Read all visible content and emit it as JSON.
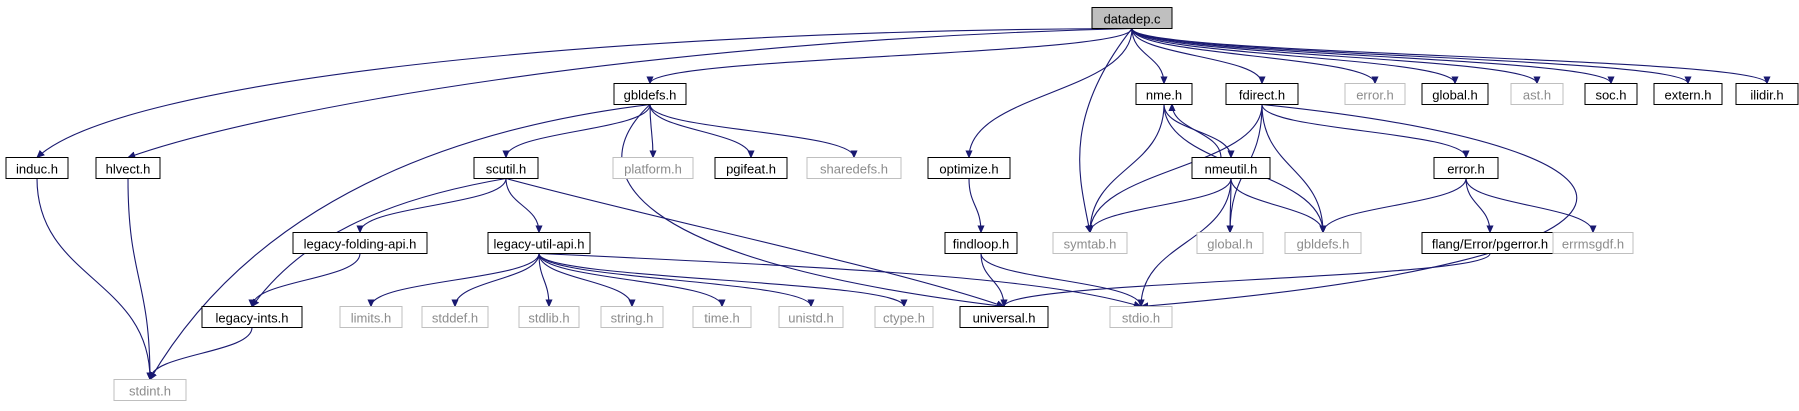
{
  "nodes": [
    {
      "id": "datadep",
      "label": "datadep.c",
      "style": "root"
    },
    {
      "id": "induc",
      "label": "induc.h",
      "style": "normal"
    },
    {
      "id": "hlvect",
      "label": "hlvect.h",
      "style": "normal"
    },
    {
      "id": "gbldefs_main",
      "label": "gbldefs.h",
      "style": "normal"
    },
    {
      "id": "optimize",
      "label": "optimize.h",
      "style": "normal"
    },
    {
      "id": "nme",
      "label": "nme.h",
      "style": "normal"
    },
    {
      "id": "fdirect",
      "label": "fdirect.h",
      "style": "normal"
    },
    {
      "id": "error_top",
      "label": "error.h",
      "style": "ghost"
    },
    {
      "id": "global_top",
      "label": "global.h",
      "style": "normal"
    },
    {
      "id": "ast",
      "label": "ast.h",
      "style": "ghost"
    },
    {
      "id": "soc",
      "label": "soc.h",
      "style": "normal"
    },
    {
      "id": "extern",
      "label": "extern.h",
      "style": "normal"
    },
    {
      "id": "ilidir",
      "label": "ilidir.h",
      "style": "normal"
    },
    {
      "id": "scutil",
      "label": "scutil.h",
      "style": "normal"
    },
    {
      "id": "platform",
      "label": "platform.h",
      "style": "ghost"
    },
    {
      "id": "pgifeat",
      "label": "pgifeat.h",
      "style": "normal"
    },
    {
      "id": "sharedefs",
      "label": "sharedefs.h",
      "style": "ghost"
    },
    {
      "id": "nmeutil",
      "label": "nmeutil.h",
      "style": "normal"
    },
    {
      "id": "error_mid",
      "label": "error.h",
      "style": "normal"
    },
    {
      "id": "legacy_folding",
      "label": "legacy-folding-api.h",
      "style": "normal"
    },
    {
      "id": "legacy_util",
      "label": "legacy-util-api.h",
      "style": "normal"
    },
    {
      "id": "findloop",
      "label": "findloop.h",
      "style": "normal"
    },
    {
      "id": "symtab",
      "label": "symtab.h",
      "style": "ghost"
    },
    {
      "id": "global_mid",
      "label": "global.h",
      "style": "ghost"
    },
    {
      "id": "gbldefs_ghost",
      "label": "gbldefs.h",
      "style": "ghost"
    },
    {
      "id": "pgerror",
      "label": "flang/Error/pgerror.h",
      "style": "normal"
    },
    {
      "id": "errmsgdf",
      "label": "errmsgdf.h",
      "style": "ghost"
    },
    {
      "id": "legacy_ints",
      "label": "legacy-ints.h",
      "style": "normal"
    },
    {
      "id": "limits",
      "label": "limits.h",
      "style": "ghost"
    },
    {
      "id": "stddef",
      "label": "stddef.h",
      "style": "ghost"
    },
    {
      "id": "stdlib",
      "label": "stdlib.h",
      "style": "ghost"
    },
    {
      "id": "string",
      "label": "string.h",
      "style": "ghost"
    },
    {
      "id": "time",
      "label": "time.h",
      "style": "ghost"
    },
    {
      "id": "unistd",
      "label": "unistd.h",
      "style": "ghost"
    },
    {
      "id": "ctype",
      "label": "ctype.h",
      "style": "ghost"
    },
    {
      "id": "universal",
      "label": "universal.h",
      "style": "normal"
    },
    {
      "id": "stdio",
      "label": "stdio.h",
      "style": "ghost"
    },
    {
      "id": "stdint",
      "label": "stdint.h",
      "style": "ghost"
    }
  ],
  "edges": [
    [
      "datadep",
      "induc"
    ],
    [
      "datadep",
      "hlvect"
    ],
    [
      "datadep",
      "gbldefs_main"
    ],
    [
      "datadep",
      "optimize"
    ],
    [
      "datadep",
      "symtab"
    ],
    [
      "datadep",
      "nme"
    ],
    [
      "datadep",
      "fdirect"
    ],
    [
      "datadep",
      "error_top"
    ],
    [
      "datadep",
      "global_top"
    ],
    [
      "datadep",
      "ast"
    ],
    [
      "datadep",
      "soc"
    ],
    [
      "datadep",
      "extern"
    ],
    [
      "datadep",
      "ilidir"
    ],
    [
      "induc",
      "stdint"
    ],
    [
      "hlvect",
      "stdint"
    ],
    [
      "gbldefs_main",
      "scutil"
    ],
    [
      "gbldefs_main",
      "platform"
    ],
    [
      "gbldefs_main",
      "pgifeat"
    ],
    [
      "gbldefs_main",
      "sharedefs"
    ],
    [
      "gbldefs_main",
      "universal"
    ],
    [
      "gbldefs_main",
      "stdint"
    ],
    [
      "scutil",
      "legacy_folding"
    ],
    [
      "scutil",
      "legacy_util"
    ],
    [
      "scutil",
      "legacy_ints"
    ],
    [
      "scutil",
      "universal"
    ],
    [
      "legacy_folding",
      "legacy_ints"
    ],
    [
      "legacy_util",
      "limits"
    ],
    [
      "legacy_util",
      "stddef"
    ],
    [
      "legacy_util",
      "stdlib"
    ],
    [
      "legacy_util",
      "string"
    ],
    [
      "legacy_util",
      "time"
    ],
    [
      "legacy_util",
      "unistd"
    ],
    [
      "legacy_util",
      "ctype"
    ],
    [
      "legacy_util",
      "stdio"
    ],
    [
      "legacy_ints",
      "stdint"
    ],
    [
      "optimize",
      "findloop"
    ],
    [
      "findloop",
      "universal"
    ],
    [
      "findloop",
      "stdio"
    ],
    [
      "nme",
      "nmeutil"
    ],
    [
      "nme",
      "symtab"
    ],
    [
      "nme",
      "gbldefs_ghost"
    ],
    [
      "nmeutil",
      "nme"
    ],
    [
      "nmeutil",
      "symtab"
    ],
    [
      "nmeutil",
      "global_mid"
    ],
    [
      "nmeutil",
      "gbldefs_ghost"
    ],
    [
      "nmeutil",
      "stdio"
    ],
    [
      "fdirect",
      "symtab"
    ],
    [
      "fdirect",
      "global_mid"
    ],
    [
      "fdirect",
      "gbldefs_ghost"
    ],
    [
      "fdirect",
      "error_mid"
    ],
    [
      "fdirect",
      "stdio"
    ],
    [
      "error_mid",
      "gbldefs_ghost"
    ],
    [
      "error_mid",
      "pgerror"
    ],
    [
      "error_mid",
      "errmsgdf"
    ],
    [
      "pgerror",
      "universal"
    ]
  ]
}
